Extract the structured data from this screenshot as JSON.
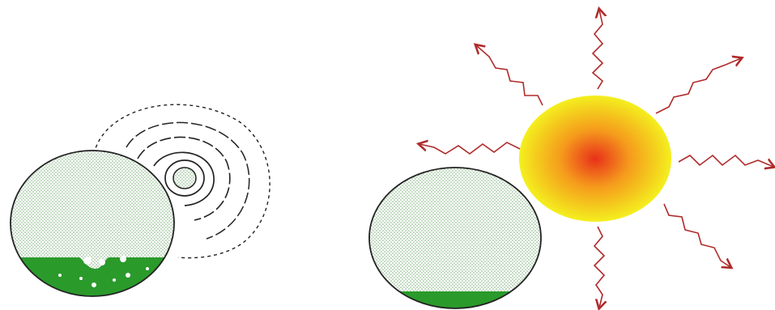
{
  "panels": [
    {
      "id": "left",
      "subject": "flask-with-spreading-circles",
      "colors": {
        "outline": "#222222",
        "dots": "#7fb27f",
        "liquid": "#2a9a2a",
        "liquid_dark": "#1f7d1f",
        "bubbles": "#ffffff",
        "circles": "#222222"
      }
    },
    {
      "id": "right",
      "subject": "flask-with-radiating-sun",
      "colors": {
        "outline": "#222222",
        "dots": "#7fb27f",
        "liquid": "#2a9a2a",
        "sun_core": "#e8301a",
        "sun_mid": "#f59a1c",
        "sun_edge": "#f4ef1e",
        "rays": "#b02a2a"
      }
    }
  ]
}
